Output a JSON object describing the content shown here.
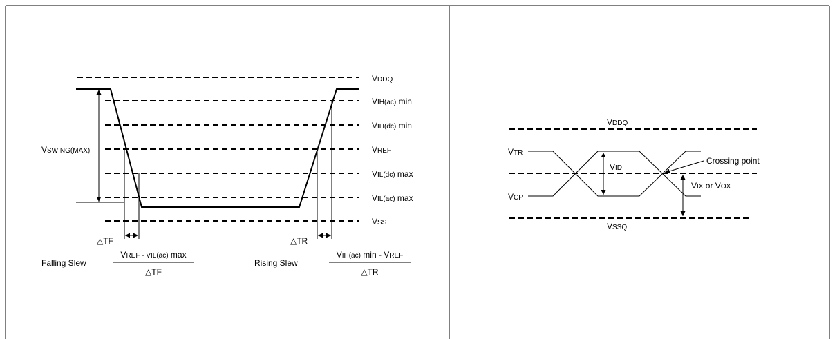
{
  "left_panel": {
    "levels": {
      "vddq": {
        "main": "V",
        "sub": "DDQ",
        "suffix": ""
      },
      "vih_ac": {
        "main": "V",
        "sub": "IH(ac)",
        "suffix": " min"
      },
      "vih_dc": {
        "main": "V",
        "sub": "IH(dc)",
        "suffix": " min"
      },
      "vref": {
        "main": "V",
        "sub": "REF",
        "suffix": ""
      },
      "vil_dc": {
        "main": "V",
        "sub": "IL(dc)",
        "suffix": " max"
      },
      "vil_ac": {
        "main": "V",
        "sub": "IL(ac)",
        "suffix": " max"
      },
      "vss": {
        "main": "V",
        "sub": "SS",
        "suffix": ""
      }
    },
    "vswing": {
      "main": "V",
      "sub": "SWING(MAX)"
    },
    "delta_tf": "△TF",
    "delta_tr": "△TR",
    "falling": {
      "prefix": "Falling Slew = ",
      "num_a_main": "V",
      "num_a_sub": "REF",
      "num_mid": " - V",
      "num_b_sub": "IL(ac)",
      "num_end": " max",
      "den": "△TF"
    },
    "rising": {
      "prefix": "Rising Slew = ",
      "num_a_main": "V",
      "num_a_sub": "IH(ac)",
      "num_mid": " min - V",
      "num_b_sub": "REF",
      "num_end": "",
      "den": "△TR"
    }
  },
  "right_panel": {
    "vddq": {
      "main": "V",
      "sub": "DDQ"
    },
    "vssq": {
      "main": "V",
      "sub": "SSQ"
    },
    "vtr": {
      "main": "V",
      "sub": "TR"
    },
    "vcp": {
      "main": "V",
      "sub": "CP"
    },
    "vid": {
      "main": "V",
      "sub": "ID"
    },
    "vix": {
      "main": "V",
      "sub": "IX",
      "mid": " or V",
      "sub2": "OX"
    },
    "crossing": "Crossing point"
  }
}
